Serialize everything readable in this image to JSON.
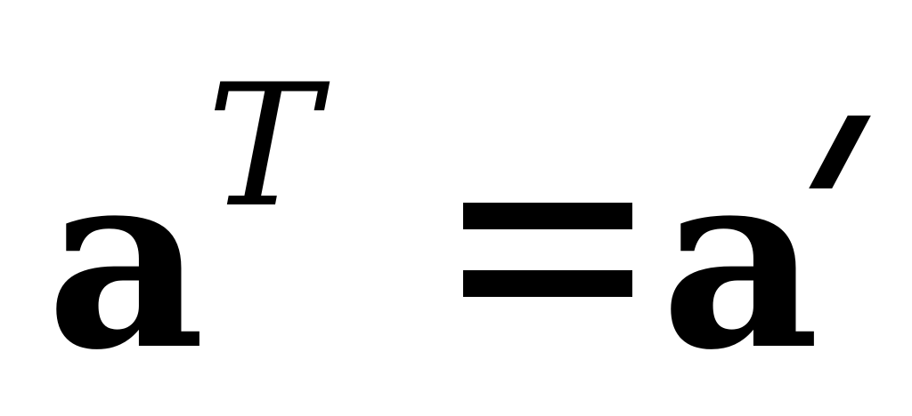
{
  "formula": {
    "lhs_base": "a",
    "lhs_superscript": "T",
    "relation": "=",
    "rhs_base": "a",
    "rhs_mark": "′"
  }
}
